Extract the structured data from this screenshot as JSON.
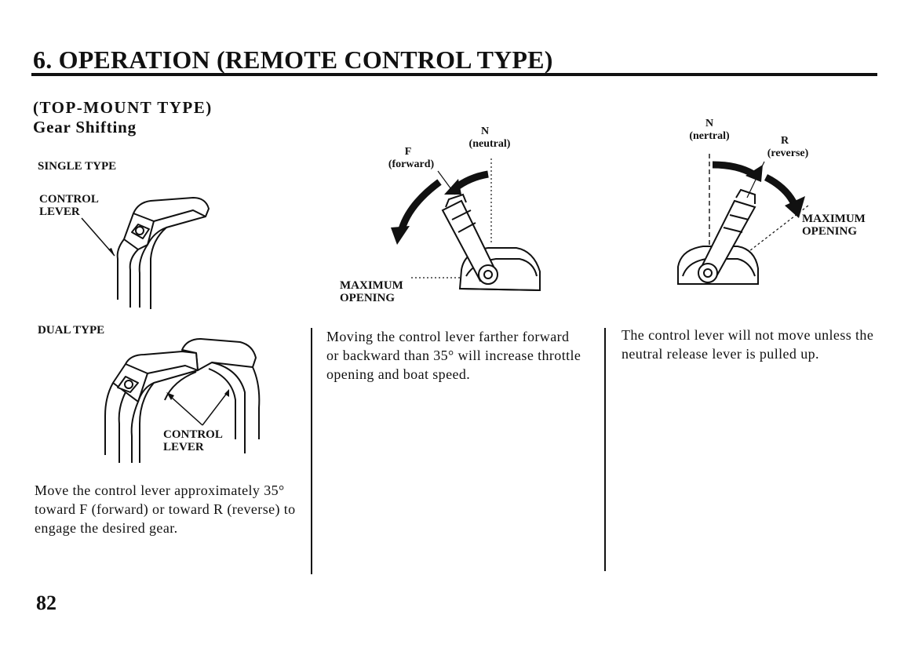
{
  "page": {
    "title": "6. OPERATION (REMOTE CONTROL TYPE)",
    "subtitle": "(TOP-MOUNT TYPE)",
    "section": "Gear Shifting",
    "page_number": "82"
  },
  "left_column": {
    "single_type": "SINGLE TYPE",
    "single_label_line1": "CONTROL",
    "single_label_line2": "LEVER",
    "dual_type": "DUAL TYPE",
    "dual_label_line1": "CONTROL",
    "dual_label_line2": "LEVER",
    "paragraph": "Move the control lever approximately 35° toward F (forward) or toward R (reverse) to engage the desired gear."
  },
  "middle_column": {
    "n_label": "N",
    "n_sub": "(neutral)",
    "f_label": "F",
    "f_sub": "(forward)",
    "max_line1": "MAXIMUM",
    "max_line2": "OPENING",
    "paragraph": "Moving the control lever farther forward or backward than 35° will increase throttle opening and boat speed."
  },
  "right_column": {
    "n_label": "N",
    "n_sub": "(nertral)",
    "r_label": "R",
    "r_sub": "(reverse)",
    "max_line1": "MAXIMUM",
    "max_line2": "OPENING",
    "paragraph": "The control lever will not move unless the neutral release lever is pulled up."
  }
}
